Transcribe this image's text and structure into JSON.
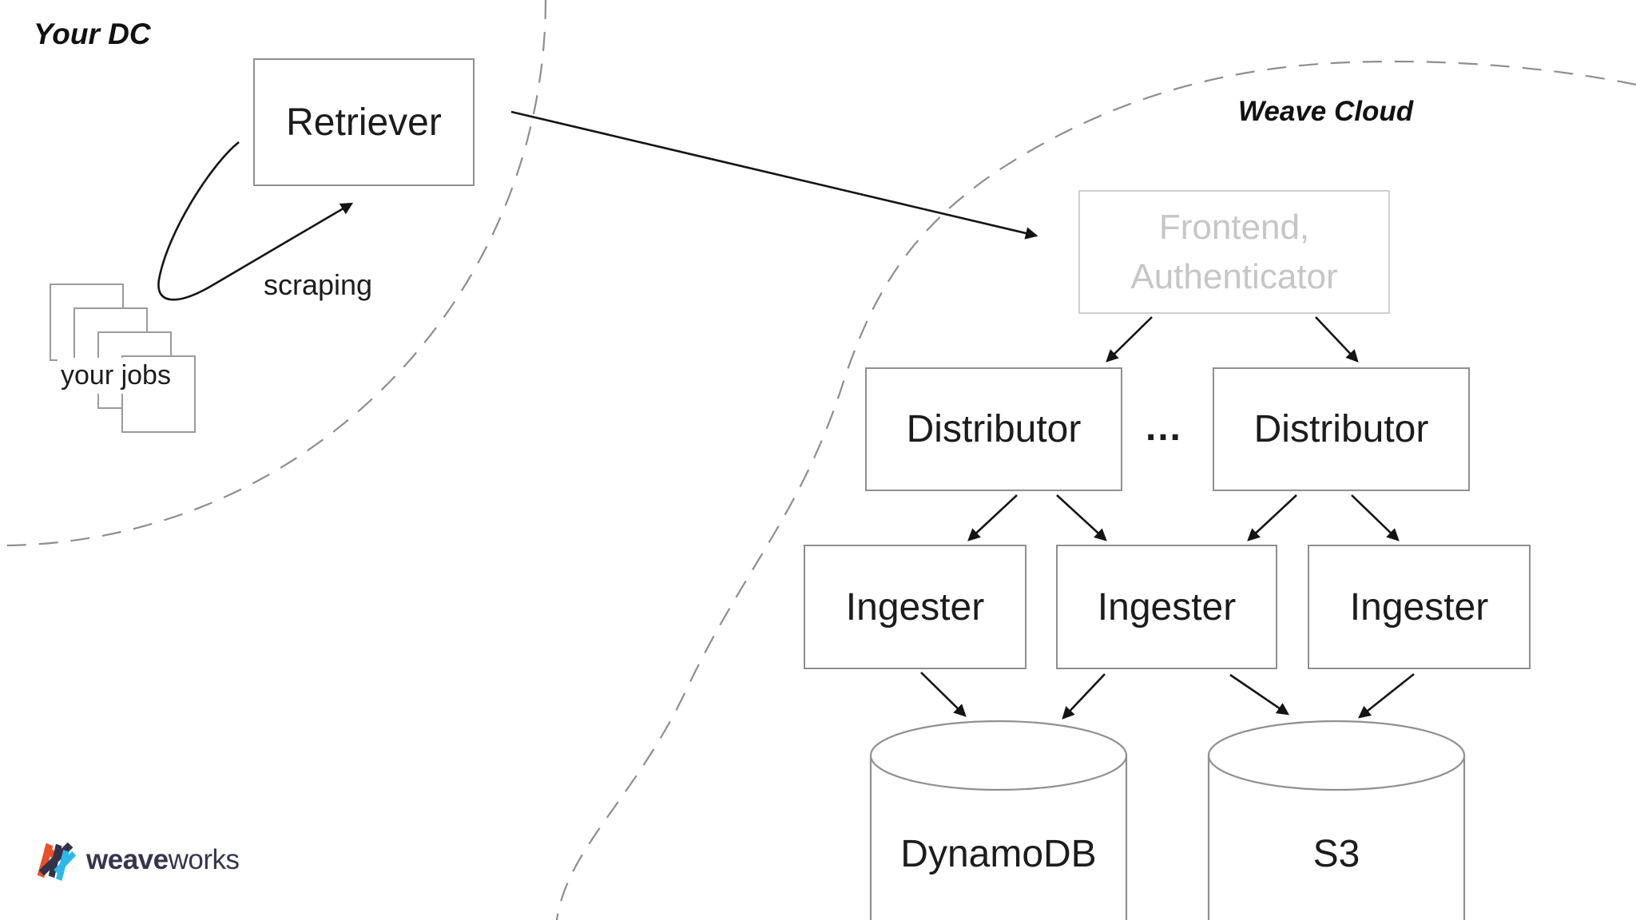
{
  "regions": {
    "your_dc": "Your DC",
    "weave_cloud": "Weave Cloud"
  },
  "nodes": {
    "retriever": "Retriever",
    "frontend_line1": "Frontend,",
    "frontend_line2": "Authenticator",
    "distributor_left": "Distributor",
    "distributor_right": "Distributor",
    "distributor_ellipsis": "…",
    "ingester_left": "Ingester",
    "ingester_middle": "Ingester",
    "ingester_right": "Ingester",
    "dynamodb": "DynamoDB",
    "s3": "S3"
  },
  "annotations": {
    "scraping": "scraping",
    "your_jobs": "your jobs"
  },
  "logo": {
    "word_bold": "weave",
    "word_light": "works"
  },
  "colors": {
    "node_border": "#8f8f8f",
    "node_text": "#1c1c1c",
    "muted_border": "#cfcfcf",
    "muted_text": "#c6c6c6",
    "boundary_dash": "#8e8e8e",
    "arrow": "#141414",
    "logo_text": "#35354e",
    "logo_orange": "#e8502a",
    "logo_navy": "#32324b",
    "logo_cyan": "#2cb8e8"
  }
}
